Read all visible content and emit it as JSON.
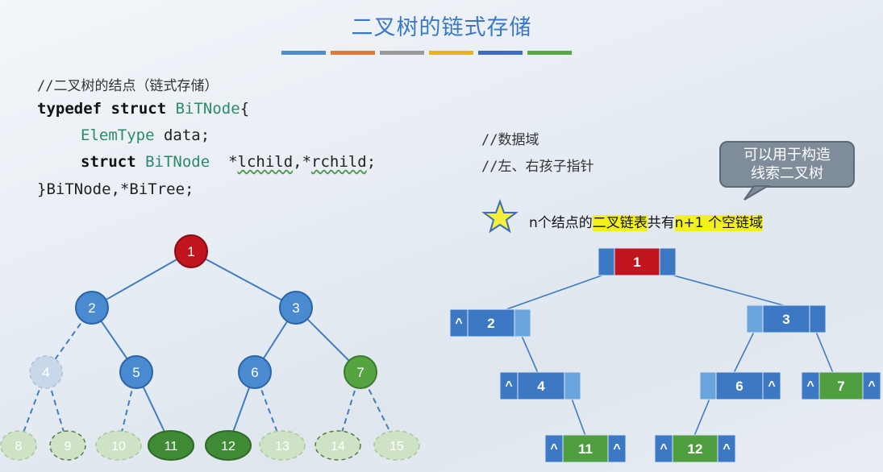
{
  "title": "二叉树的链式存储",
  "palette": [
    "#4f8ccc",
    "#e07a3a",
    "#9a9a9a",
    "#e8b21e",
    "#3d6cc0",
    "#5aa845"
  ],
  "code": {
    "comment": "//二叉树的结点（链式存储）",
    "line1_kw": "typedef struct",
    "line1_name": "BiTNode",
    "line1_brace": "{",
    "line2_type": "ElemType",
    "line2_field": "data;",
    "line2_comment": "//数据域",
    "line3_kw": "struct",
    "line3_name": "BiTNode",
    "line3_star1": "*",
    "line3_lchild": "lchild",
    "line3_comma": ",*",
    "line3_rchild": "rchild",
    "line3_semi": ";",
    "line3_comment": "//左、右孩子指针",
    "line4": "}BiTNode,*BiTree;"
  },
  "bubble": {
    "line1": "可以用于构造",
    "line2": "线索二叉树"
  },
  "note": {
    "pre": "n个结点的",
    "hl1": "二叉链表",
    "mid": "共有",
    "hl2": "n+1 个空链域"
  },
  "left_tree": {
    "labels": {
      "n1": "1",
      "n2": "2",
      "n3": "3",
      "n4": "4",
      "n5": "5",
      "n6": "6",
      "n7": "7",
      "n8": "8",
      "n9": "9",
      "n10": "10",
      "n11": "11",
      "n12": "12",
      "n13": "13",
      "n14": "14",
      "n15": "15"
    }
  },
  "right_tree": {
    "null_mark": "^",
    "labels": {
      "r1": "1",
      "r2": "2",
      "r3": "3",
      "r4": "4",
      "r6": "6",
      "r7": "7",
      "r11": "11",
      "r12": "12"
    }
  }
}
